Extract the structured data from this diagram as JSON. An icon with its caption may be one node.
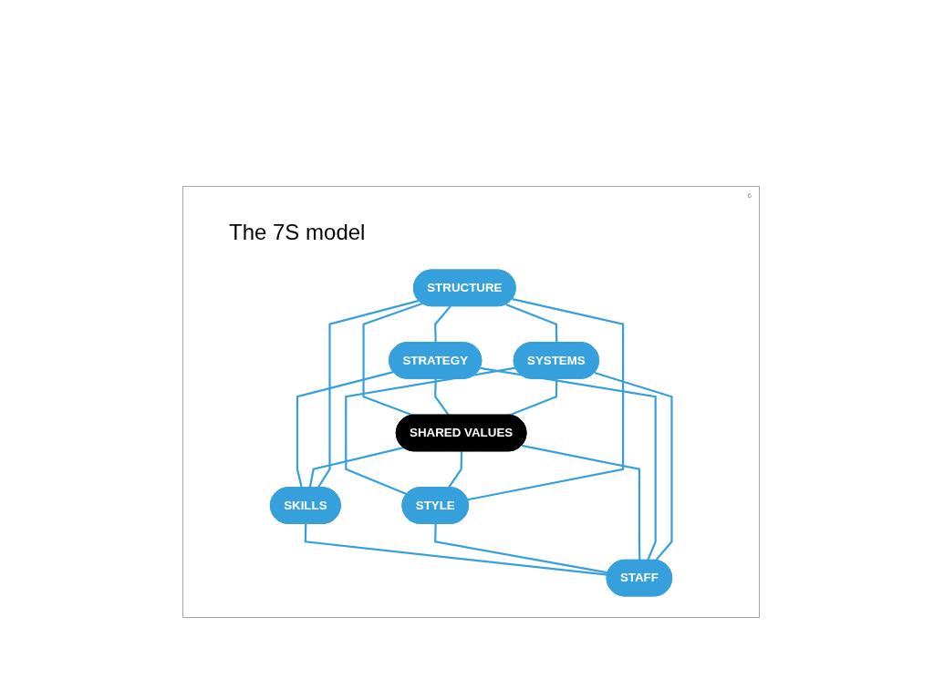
{
  "diagram": {
    "title": "The 7S model",
    "nodes": [
      {
        "text": [
          "STRUCTURE"
        ]
      },
      {
        "text": [
          "STRATEGY"
        ]
      },
      {
        "text": [
          "SYSTEMS"
        ]
      },
      {
        "text": [
          "SHARED VALUES"
        ]
      },
      {
        "text": [
          "SKILLS"
        ]
      },
      {
        "text": [
          "STYLE"
        ]
      },
      {
        "text": [
          "STAFF"
        ]
      }
    ],
    "edges": [
      {
        "from": 1,
        "to": 4,
        "arrow": "none"
      },
      {
        "from": 2,
        "to": 5,
        "arrow": "none"
      },
      {
        "from": 0,
        "to": 1,
        "arrow": "none"
      },
      {
        "from": 0,
        "to": 2,
        "arrow": "none"
      },
      {
        "from": 4,
        "to": 6,
        "arrow": "none"
      },
      {
        "from": 5,
        "to": 6,
        "arrow": "none"
      },
      {
        "from": 0,
        "to": 3,
        "arrow": "none"
      },
      {
        "from": 1,
        "to": 3,
        "arrow": "none"
      },
      {
        "from": 2,
        "to": 3,
        "arrow": "none"
      },
      {
        "from": 3,
        "to": 4,
        "arrow": "none"
      },
      {
        "from": 3,
        "to": 5,
        "arrow": "none"
      },
      {
        "from": 3,
        "to": 6,
        "arrow": "none"
      },
      {
        "from": 0,
        "to": 4,
        "arrow": "none"
      },
      {
        "from": 0,
        "to": 5,
        "arrow": "none"
      },
      {
        "from": 1,
        "to": 6,
        "arrow": "none"
      },
      {
        "from": 2,
        "to": 6,
        "arrow": "none"
      }
    ],
    "labels": [
      "6"
    ]
  }
}
